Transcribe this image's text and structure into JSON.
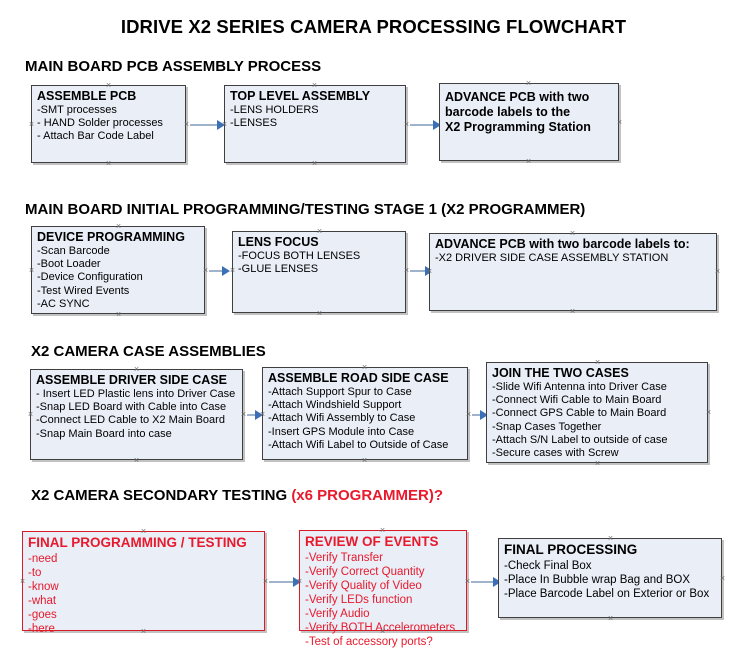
{
  "document": {
    "title": "IDRIVE X2  SERIES CAMERA PROCESSING FLOWCHART"
  },
  "colors": {
    "box_fill": "#e9eef7",
    "box_border": "#3f3f3f",
    "red_accent": "#e8192c",
    "connector": "#9fb3cc",
    "arrowhead": "#3b6fb6"
  },
  "sections": [
    {
      "id": "main-board-pcb-assembly",
      "heading": "MAIN BOARD PCB ASSEMBLY PROCESS",
      "heading_accent": "",
      "nodes": [
        {
          "id": "assemble-pcb",
          "title": "ASSEMBLE PCB",
          "lines": [
            "-SMT processes",
            "- HAND Solder processes",
            "- Attach Bar Code Label"
          ]
        },
        {
          "id": "top-level-assembly",
          "title": "TOP LEVEL ASSEMBLY",
          "lines": [
            "-LENS HOLDERS",
            "-LENSES"
          ]
        },
        {
          "id": "advance-pcb-to-programming-station",
          "title": "ADVANCE PCB with two",
          "lines": [
            "barcode labels to the",
            " X2 Programming Station"
          ]
        }
      ]
    },
    {
      "id": "main-board-initial-programming",
      "heading": "MAIN BOARD INITIAL PROGRAMMING/TESTING STAGE 1 (X2 PROGRAMMER)",
      "heading_accent": "",
      "nodes": [
        {
          "id": "device-programming",
          "title": "DEVICE PROGRAMMING",
          "lines": [
            "-Scan Barcode",
            "-Boot Loader",
            "-Device Configuration",
            "-Test Wired Events",
            "-AC SYNC"
          ]
        },
        {
          "id": "lens-focus",
          "title": "LENS FOCUS",
          "lines": [
            "-FOCUS BOTH LENSES",
            "-GLUE LENSES"
          ]
        },
        {
          "id": "advance-pcb-to-driver-side-case",
          "title": "ADVANCE PCB with two barcode labels to:",
          "lines": [
            "-X2 DRIVER  SIDE  CASE  ASSEMBLY STATION"
          ]
        }
      ]
    },
    {
      "id": "x2-camera-case-assemblies",
      "heading": "X2 CAMERA CASE ASSEMBLIES",
      "heading_accent": "",
      "nodes": [
        {
          "id": "assemble-driver-side-case",
          "title": "ASSEMBLE DRIVER SIDE CASE",
          "lines": [
            "- Insert LED Plastic lens into Driver Case",
            "-Snap LED Board with Cable into Case",
            "-Connect LED Cable to X2 Main Board",
            "-Snap Main Board into case"
          ]
        },
        {
          "id": "assemble-road-side-case",
          "title": "ASSEMBLE ROAD SIDE CASE",
          "lines": [
            "-Attach Support Spur to Case",
            "-Attach Windshield Support",
            "-Attach Wifi Assembly to Case",
            "-Insert GPS Module into Case",
            "-Attach Wifi Label to Outside of Case"
          ]
        },
        {
          "id": "join-the-two-cases",
          "title": "JOIN THE TWO CASES",
          "lines": [
            "-Slide Wifi Antenna into Driver Case",
            "-Connect Wifi Cable to Main Board",
            "-Connect GPS Cable to Main Board",
            "-Snap Cases Together",
            "-Attach S/N Label to outside of case",
            "-Secure cases with Screw"
          ]
        }
      ]
    },
    {
      "id": "x2-camera-secondary-testing",
      "heading": "X2 CAMERA SECONDARY TESTING ",
      "heading_accent": "(x6 PROGRAMMER)?",
      "nodes": [
        {
          "id": "final-programming-testing",
          "title": "FINAL PROGRAMMING / TESTING",
          "lines": [
            "-need",
            "-to",
            "-know",
            "-what",
            "-goes",
            "-here"
          ]
        },
        {
          "id": "review-of-events",
          "title": "REVIEW OF EVENTS",
          "lines": [
            "-Verify Transfer",
            "-Verify Correct Quantity",
            "-Verify Quality of Video",
            "-Verify LEDs function",
            "-Verify Audio",
            "-Verify BOTH Accelerometers",
            "-Test of accessory ports?"
          ]
        },
        {
          "id": "final-processing",
          "title": "FINAL PROCESSING",
          "lines": [
            " -Check Final Box",
            "-Place In Bubble wrap Bag and BOX",
            "-Place Barcode Label on Exterior or Box"
          ]
        }
      ]
    }
  ]
}
